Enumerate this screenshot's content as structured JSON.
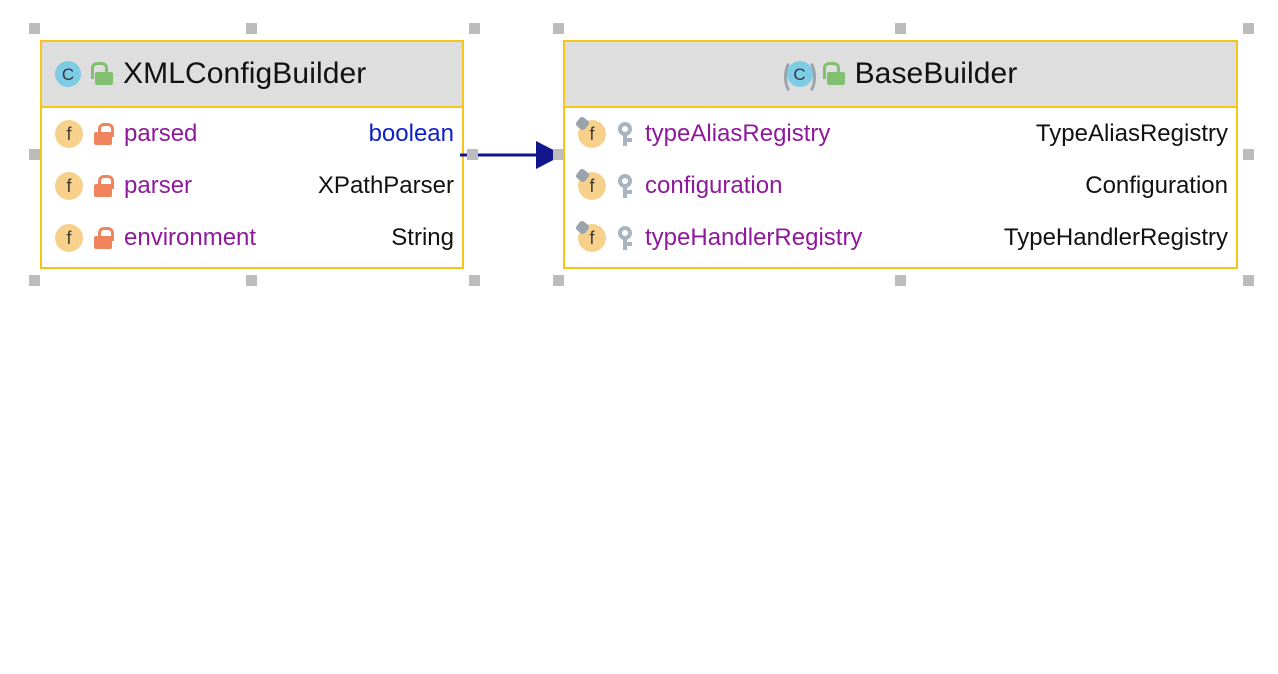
{
  "diagram": {
    "type": "uml-class-diagram",
    "colors": {
      "box_border": "#f5c518",
      "header_background": "#dedede",
      "body_background": "#ffffff",
      "field_name": "#8e1a9b",
      "type_text": "#111111",
      "keyword_type": "#0d1fc9",
      "relation_line": "#12168c",
      "selection_handle": "#bcbcbc",
      "class_icon": "#7ecbe4",
      "field_icon": "#f7d18c",
      "lock_public": "#80c070",
      "lock_private": "#f0845c",
      "key_protected": "#a8b4bf"
    },
    "classes": [
      {
        "id": "xmlconfigbuilder",
        "name": "XMLConfigBuilder",
        "stereotype_icon": "class-icon",
        "abstract": false,
        "visibility_icon": "unlock-icon",
        "visibility": "public",
        "selected": true,
        "fields": [
          {
            "icon": "field-icon",
            "visibility_icon": "lock-icon",
            "visibility": "private",
            "final": false,
            "name": "parsed",
            "type": "boolean",
            "type_is_keyword": true
          },
          {
            "icon": "field-icon",
            "visibility_icon": "lock-icon",
            "visibility": "private",
            "final": false,
            "name": "parser",
            "type": "XPathParser",
            "type_is_keyword": false
          },
          {
            "icon": "field-icon",
            "visibility_icon": "lock-icon",
            "visibility": "private",
            "final": false,
            "name": "environment",
            "type": "String",
            "type_is_keyword": false
          }
        ]
      },
      {
        "id": "basebuilder",
        "name": "BaseBuilder",
        "stereotype_icon": "abstract-class-icon",
        "abstract": true,
        "visibility_icon": "unlock-icon",
        "visibility": "public",
        "selected": true,
        "fields": [
          {
            "icon": "field-final-icon",
            "visibility_icon": "key-icon",
            "visibility": "protected",
            "final": true,
            "name": "typeAliasRegistry",
            "type": "TypeAliasRegistry",
            "type_is_keyword": false
          },
          {
            "icon": "field-final-icon",
            "visibility_icon": "key-icon",
            "visibility": "protected",
            "final": true,
            "name": "configuration",
            "type": "Configuration",
            "type_is_keyword": false
          },
          {
            "icon": "field-final-icon",
            "visibility_icon": "key-icon",
            "visibility": "protected",
            "final": true,
            "name": "typeHandlerRegistry",
            "type": "TypeHandlerRegistry",
            "type_is_keyword": false
          }
        ]
      }
    ],
    "relations": [
      {
        "id": "extends-edge",
        "kind": "inheritance",
        "arrowhead": "solid-triangle",
        "from": "XMLConfigBuilder",
        "to": "BaseBuilder",
        "label": ""
      }
    ]
  }
}
